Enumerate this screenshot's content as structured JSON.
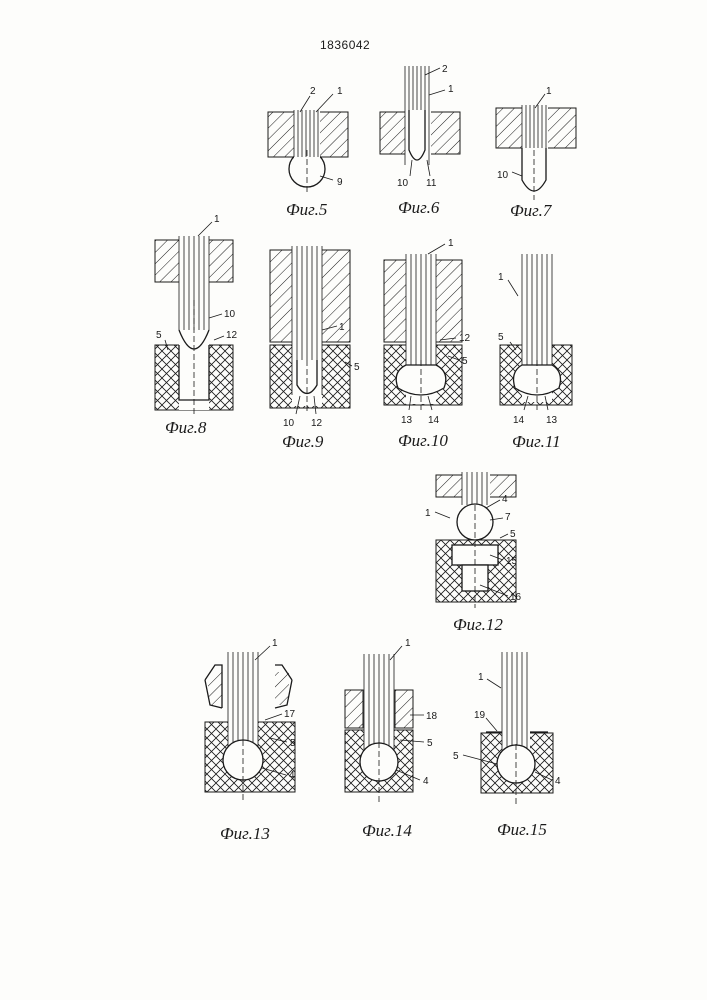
{
  "document": {
    "number": "1836042"
  },
  "figures": [
    {
      "id": "fig5",
      "caption": "Фиг.5",
      "labels": [
        "1",
        "2",
        "9"
      ]
    },
    {
      "id": "fig6",
      "caption": "Фиг.6",
      "labels": [
        "2",
        "1",
        "10",
        "11"
      ]
    },
    {
      "id": "fig7",
      "caption": "Фиг.7",
      "labels": [
        "1",
        "10"
      ]
    },
    {
      "id": "fig8",
      "caption": "Фиг.8",
      "labels": [
        "1",
        "10",
        "5",
        "12"
      ]
    },
    {
      "id": "fig9",
      "caption": "Фиг.9",
      "labels": [
        "1",
        "5",
        "10",
        "12"
      ]
    },
    {
      "id": "fig10",
      "caption": "Фиг.10",
      "labels": [
        "1",
        "12",
        "5",
        "13",
        "14"
      ]
    },
    {
      "id": "fig11",
      "caption": "Фиг.11",
      "labels": [
        "1",
        "5",
        "14",
        "13"
      ]
    },
    {
      "id": "fig12",
      "caption": "Фиг.12",
      "labels": [
        "1",
        "4",
        "7",
        "5",
        "15",
        "16"
      ]
    },
    {
      "id": "fig13",
      "caption": "Фиг.13",
      "labels": [
        "1",
        "17",
        "5",
        "4"
      ]
    },
    {
      "id": "fig14",
      "caption": "Фиг.14",
      "labels": [
        "1",
        "18",
        "5",
        "4"
      ]
    },
    {
      "id": "fig15",
      "caption": "Фиг.15",
      "labels": [
        "1",
        "19",
        "5",
        "4"
      ]
    }
  ]
}
